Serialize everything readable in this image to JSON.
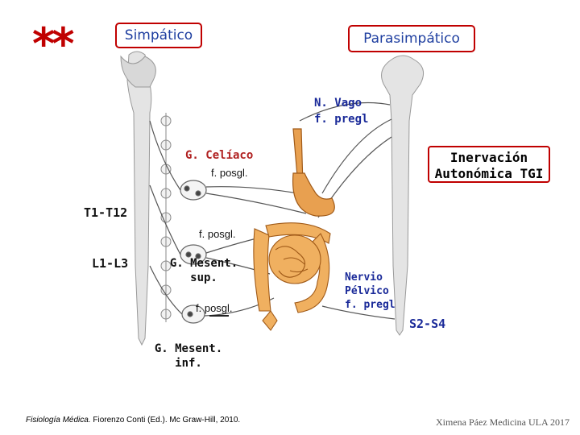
{
  "marker": "**",
  "sympathetic_label": "Simpático",
  "parasympathetic_label": "Parasimpático",
  "vagus": {
    "line1": "N. Vago",
    "line2": "f. pregl"
  },
  "celiac": {
    "name": "G. Celíaco",
    "fiber": "f. posgl."
  },
  "innervation": {
    "line1": "Inervación",
    "line2": "Autonómica TGI"
  },
  "segment_thoracic": "T1-T12",
  "segment_fiber": "f. posgl.",
  "segment_lumbar": "L1-L3",
  "sup_mesenteric": {
    "line1": "G. Mesent.",
    "line2": "sup."
  },
  "pelvic": {
    "line1": "Nervio",
    "line2": "Pélvico",
    "line3": "f. pregl"
  },
  "sup_fiber": "f. posgl.",
  "segment_sacral": "S2-S4",
  "inf_mesenteric": {
    "line1": "G. Mesent.",
    "line2": "inf."
  },
  "credit_left": {
    "source": "Fisiología Médica.",
    "rest": " Fiorenzo Conti (Ed.). Mc Graw-Hill, 2010."
  },
  "credit_right": "Ximena Páez Medicina ULA 2017",
  "colors": {
    "accent_red": "#c00000",
    "label_blue": "#1f3fa0",
    "organ": "#e8a050",
    "nerve": "#555555"
  }
}
